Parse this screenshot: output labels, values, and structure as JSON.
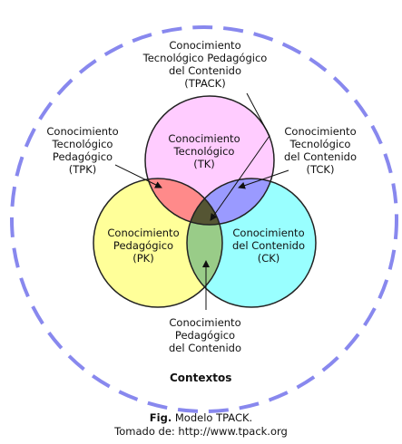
{
  "labels": {
    "tpack": [
      "Conocimiento",
      "Tecnológico Pedagógico",
      "del Contenido",
      "(TPACK)"
    ],
    "tpk": [
      "Conocimiento",
      "Tecnológico",
      "Pedagógico",
      "(TPK)"
    ],
    "tck": [
      "Conocimiento",
      "Tecnológico",
      "del Contenido",
      "(TCK)"
    ],
    "tk": [
      "Conocimiento",
      "Tecnológico",
      "(TK)"
    ],
    "pk": [
      "Conocimiento",
      "Pedagógico",
      "(PK)"
    ],
    "ck": [
      "Conocimiento",
      "del Contenido",
      "(CK)"
    ],
    "pck": [
      "Conocimiento",
      "Pedagógico",
      "del Contenido"
    ]
  },
  "context_label": "Contextos",
  "caption": {
    "fig_prefix": "Fig.",
    "fig_text": "Modelo TPACK.",
    "source": "Tomado de: http://www.tpack.org"
  },
  "colors": {
    "tk": "#ffccff",
    "pk": "#ffff99",
    "ck": "#99ffff",
    "tpk": "#ff8a8a",
    "tck": "#9a9aff",
    "pck": "#99cc88",
    "tpack": "#555533",
    "context_ring": "#8888ee",
    "outline": "#222222"
  }
}
